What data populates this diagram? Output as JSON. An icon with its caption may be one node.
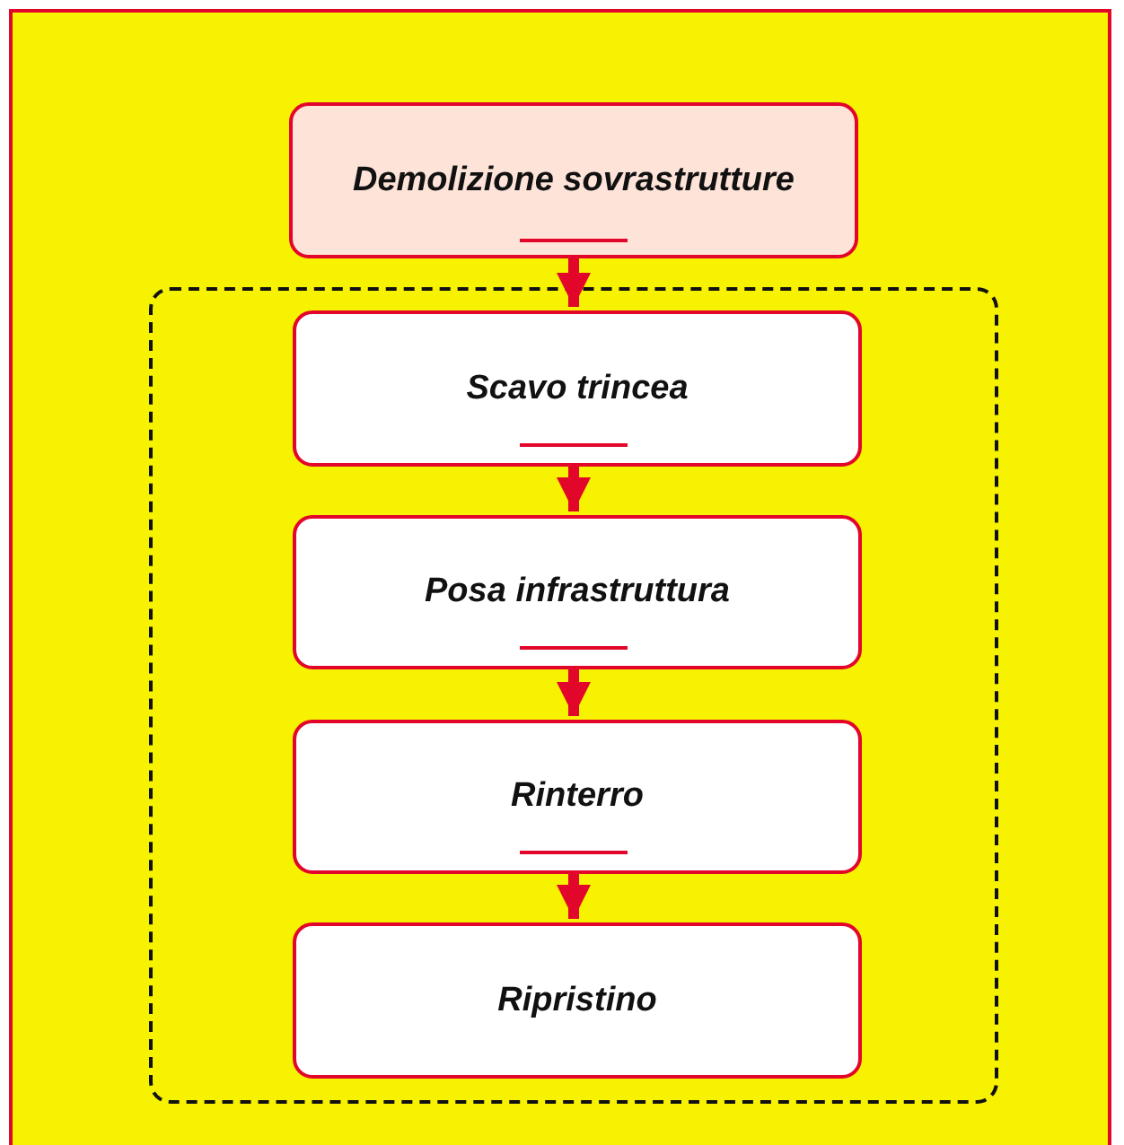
{
  "diagram": {
    "nodes": [
      {
        "text": [
          "Demolizione sovrastrutture"
        ]
      },
      {
        "text": [],
        "shape": "box"
      },
      {
        "text": [
          "Scavo trincea"
        ],
        "in": 1
      },
      {
        "text": [
          "Posa infrastruttura"
        ],
        "in": 1
      },
      {
        "text": [
          "Rinterro"
        ],
        "in": 1
      },
      {
        "text": [
          "Ripristino"
        ],
        "in": 1
      }
    ],
    "edges": [
      {
        "from": 0,
        "to": 2,
        "arrow": "to"
      },
      {
        "from": 2,
        "to": 3,
        "arrow": "to"
      },
      {
        "from": 3,
        "to": 4,
        "arrow": "to"
      },
      {
        "from": 4,
        "to": 5,
        "arrow": "to"
      }
    ]
  }
}
